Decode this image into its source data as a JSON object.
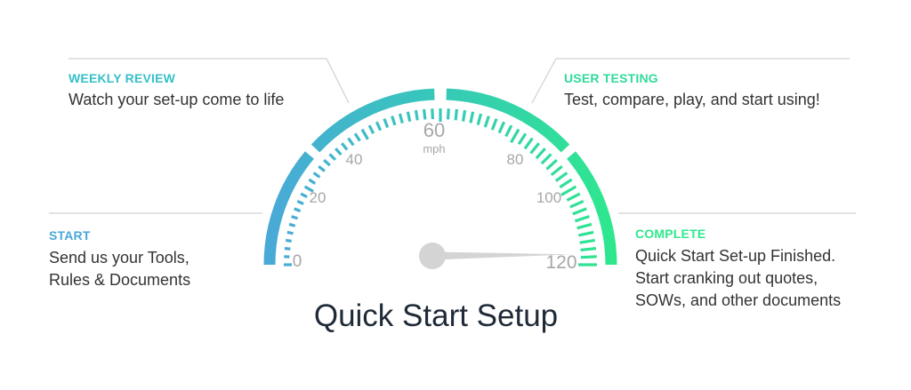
{
  "title": "Quick Start Setup",
  "gauge": {
    "unit": "mph",
    "min": 0,
    "max": 120,
    "labels": [
      "0",
      "20",
      "40",
      "60",
      "80",
      "100",
      "120"
    ],
    "needle_value": 117,
    "colors": {
      "start": "#4aa8d8",
      "middle": "#36c9b9",
      "end": "#2ee88c",
      "needle": "#d4d4d4",
      "label": "#a7a7a7",
      "line": "#d0d0d0"
    }
  },
  "stages": {
    "start": {
      "heading": "START",
      "lines": [
        "Send us your Tools,",
        "Rules & Documents"
      ],
      "color": "#4aa8d8"
    },
    "weekly_review": {
      "heading": "WEEKLY REVIEW",
      "lines": [
        "Watch your set-up come to life"
      ],
      "color": "#36c0c8"
    },
    "user_testing": {
      "heading": "USER TESTING",
      "lines": [
        "Test, compare, play, and start using!"
      ],
      "color": "#2fdb9a"
    },
    "complete": {
      "heading": "COMPLETE",
      "lines": [
        "Quick Start Set-up Finished.",
        "Start cranking out quotes,",
        "SOWs, and other documents"
      ],
      "color": "#2ee88c"
    }
  }
}
